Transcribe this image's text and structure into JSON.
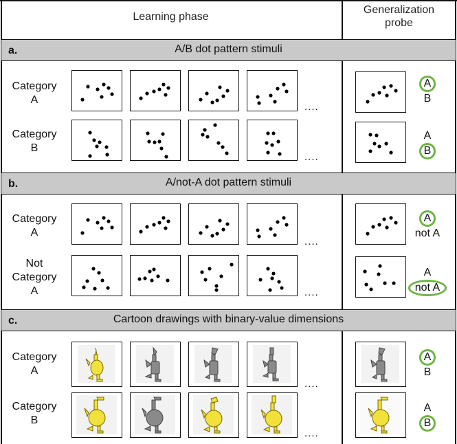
{
  "header": {
    "learning_phase": "Learning phase",
    "generalization_line1": "Generalization",
    "generalization_line2": "probe"
  },
  "ellipsis": "....",
  "sections": [
    {
      "letter": "a.",
      "title": "A/B dot pattern stimuli",
      "row1_label_line1": "Category",
      "row1_label_line2": "A",
      "row2_label_line1": "Category",
      "row2_label_line2": "B",
      "probe1_opt1": "A",
      "probe1_opt2": "B",
      "probe1_answer": "A",
      "probe2_opt1": "A",
      "probe2_opt2": "B",
      "probe2_answer": "B"
    },
    {
      "letter": "b.",
      "title": "A/not-A dot pattern stimuli",
      "row1_label_line1": "Category",
      "row1_label_line2": "A",
      "row2_label_line1": "Not",
      "row2_label_line2": "Category",
      "row2_label_line3": "A",
      "probe1_opt1": "A",
      "probe1_opt2": "not A",
      "probe1_answer": "A",
      "probe2_opt1": "A",
      "probe2_opt2": "not A",
      "probe2_answer": "not A"
    },
    {
      "letter": "c.",
      "title": "Cartoon drawings with binary-value dimensions",
      "row1_label_line1": "Category",
      "row1_label_line2": "A",
      "row2_label_line1": "Category",
      "row2_label_line2": "B",
      "probe1_opt1": "A",
      "probe1_opt2": "B",
      "probe1_answer": "A",
      "probe2_opt1": "A",
      "probe2_opt2": "B",
      "probe2_answer": "B"
    }
  ],
  "colors": {
    "highlight_circle": "#6db544",
    "cartoon_yellow": "#f2e13a",
    "cartoon_gray": "#8a8a8a",
    "band_gray": "#c9c9c9"
  }
}
